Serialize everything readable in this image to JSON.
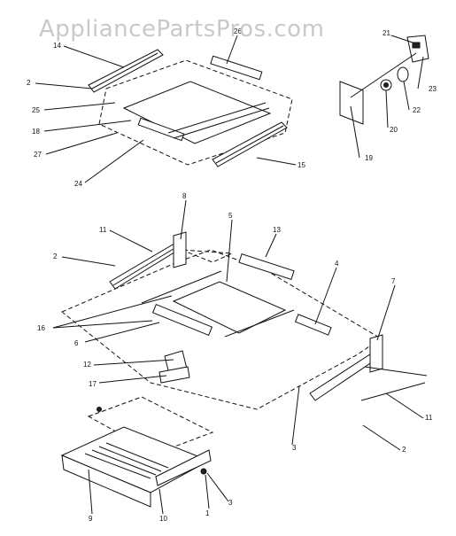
{
  "watermark": "AppliancePartsPros.com",
  "callouts": [
    "14",
    "26",
    "2",
    "25",
    "18",
    "27",
    "24",
    "15",
    "21",
    "23",
    "22",
    "20",
    "19",
    "8",
    "5",
    "13",
    "11",
    "2",
    "4",
    "7",
    "16",
    "6",
    "12",
    "17",
    "3",
    "2",
    "11",
    "9",
    "10",
    "1",
    "3"
  ]
}
